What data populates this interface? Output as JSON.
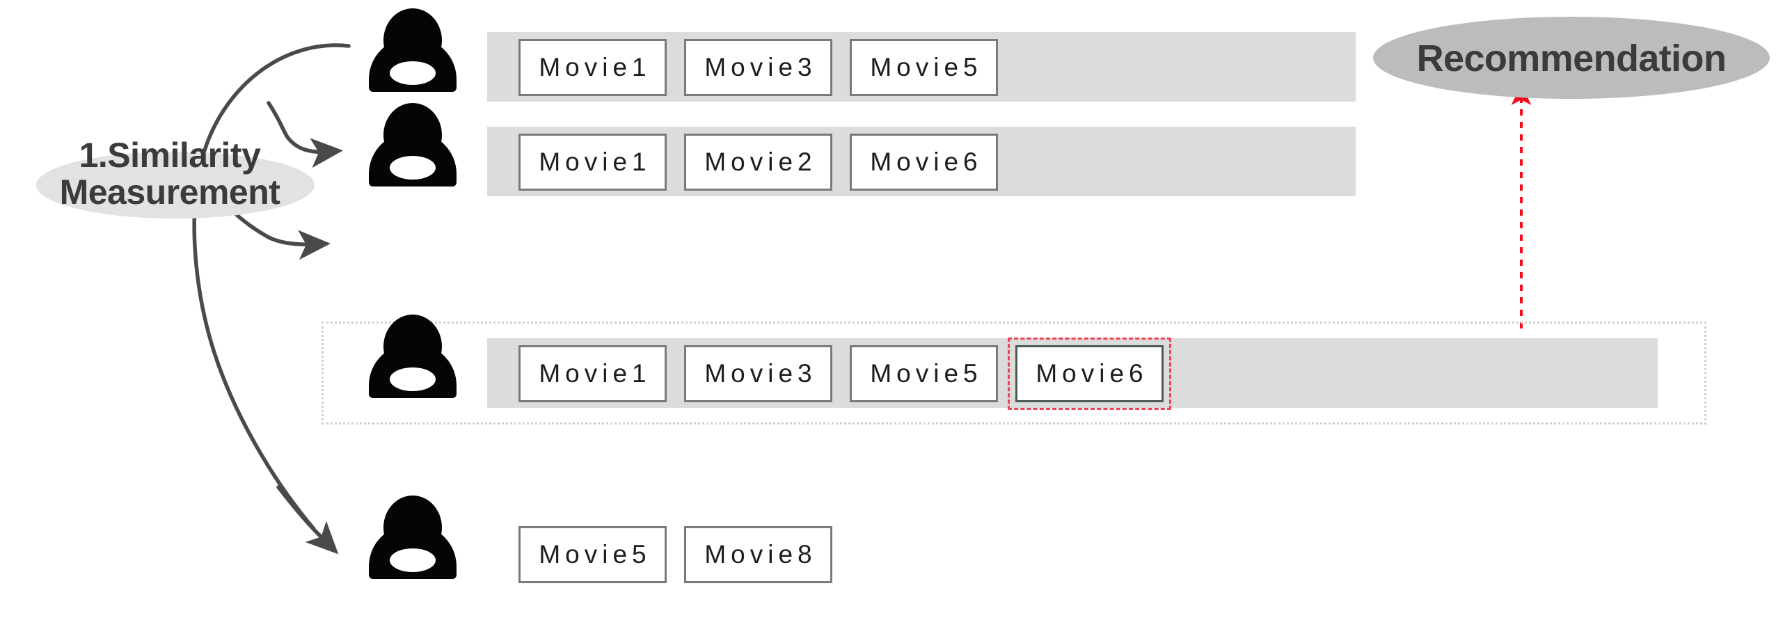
{
  "diagram": {
    "title_label": "1.Similarity Measurement",
    "similarity_label_line1": "1.Similarity",
    "similarity_label_line2": "Measurement",
    "recommendation_label": "Recommendation",
    "colors": {
      "band_gray": "#dcdcdc",
      "ellipse_light": "#e2e2e2",
      "ellipse_dark": "#bcbcbc",
      "text_dark": "#3b3b3b",
      "chip_border": "#6e6e6e",
      "highlight_red": "#ef4056",
      "highlight_border": "#4d5b4f",
      "dotted_gray": "#cfcfcf",
      "avatar_black": "#050505"
    },
    "rows": [
      {
        "user": "user-1",
        "avatar_name": "user-avatar-1",
        "has_band": true,
        "movies": [
          {
            "label": "Movie1",
            "highlight": false
          },
          {
            "label": "Movie3",
            "highlight": false
          },
          {
            "label": "Movie5",
            "highlight": false
          }
        ]
      },
      {
        "user": "user-2",
        "avatar_name": "user-avatar-2",
        "has_band": true,
        "movies": [
          {
            "label": "Movie1",
            "highlight": false
          },
          {
            "label": "Movie2",
            "highlight": false
          },
          {
            "label": "Movie6",
            "highlight": false
          }
        ]
      },
      {
        "user": "user-3",
        "avatar_name": "user-avatar-3",
        "has_band": true,
        "selected": true,
        "movies": [
          {
            "label": "Movie1",
            "highlight": false
          },
          {
            "label": "Movie3",
            "highlight": false
          },
          {
            "label": "Movie5",
            "highlight": false
          },
          {
            "label": "Movie6",
            "highlight": true
          }
        ]
      },
      {
        "user": "user-4",
        "avatar_name": "user-avatar-4",
        "has_band": false,
        "movies": [
          {
            "label": "Movie5",
            "highlight": false
          },
          {
            "label": "Movie8",
            "highlight": false
          }
        ]
      }
    ],
    "connectors": [
      {
        "name": "similarity-arrow-to-user-2",
        "style": "solid-gray-curve"
      },
      {
        "name": "similarity-arrow-to-user-3",
        "style": "solid-gray-curve"
      },
      {
        "name": "similarity-arrow-to-user-4",
        "style": "solid-gray-curve"
      },
      {
        "name": "recommendation-arrow",
        "style": "red-dashed-vertical"
      }
    ]
  }
}
